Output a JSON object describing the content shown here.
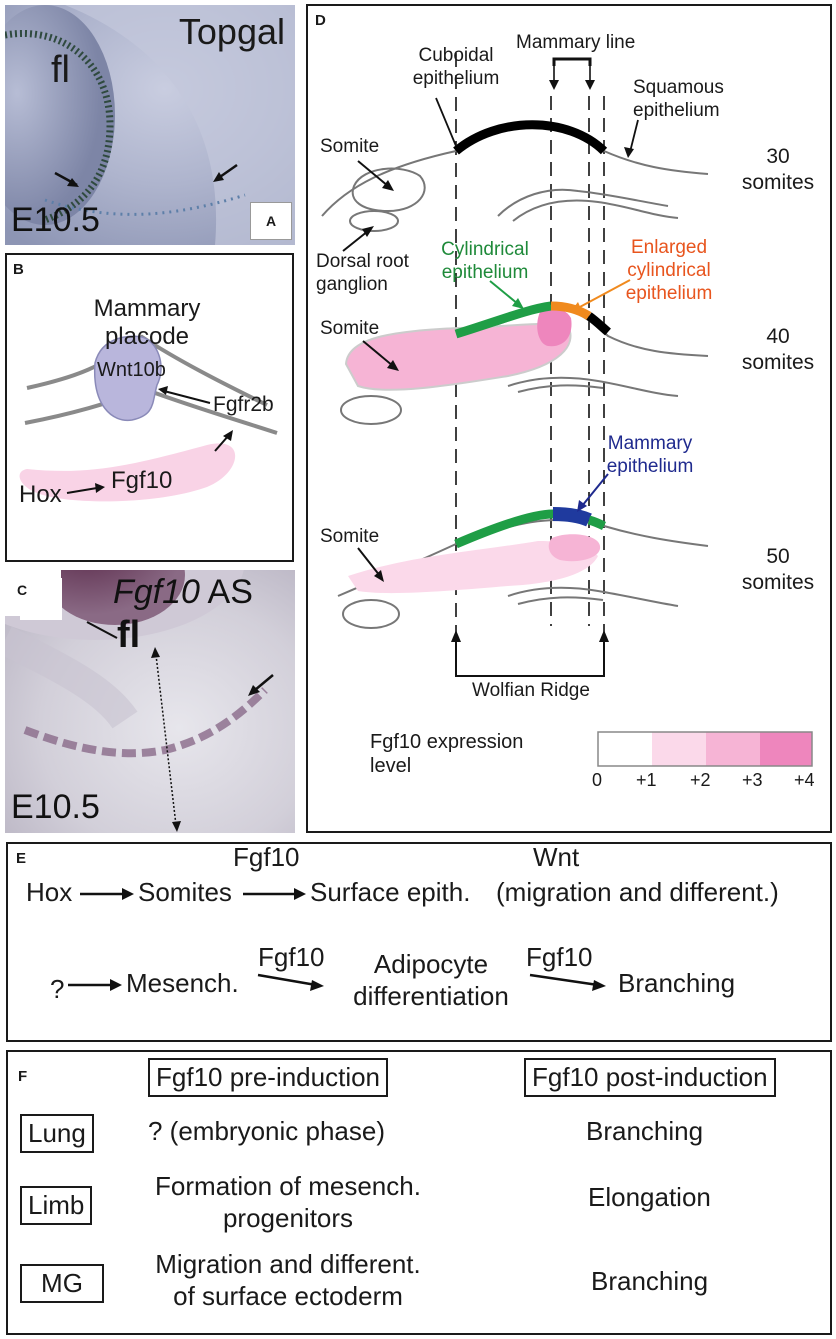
{
  "panel_a": {
    "label": "A",
    "title": "Topgal",
    "fl": "fl",
    "stage": "E10.5"
  },
  "panel_b": {
    "label": "B",
    "placode_line1": "Mammary",
    "placode_line2": "placode",
    "wnt": "Wnt10b",
    "fgfr": "Fgfr2b",
    "hox": "Hox",
    "fgf10": "Fgf10",
    "colors": {
      "placode": "#b9b6dc",
      "mesenchyme": "#f9d3e6",
      "line": "#8a8a8a"
    }
  },
  "panel_c": {
    "label": "C",
    "title_gene": "Fgf10",
    "title_suffix": " AS",
    "fl": "fl",
    "stage": "E10.5"
  },
  "panel_d": {
    "label": "D",
    "cuboidal_1": "Cuboidal",
    "cuboidal_2": "epithelium",
    "mammary_line": "Mammary line",
    "squamous_1": "Squamous",
    "squamous_2": "epithelium",
    "somite": "Somite",
    "drg_1": "Dorsal root",
    "drg_2": "ganglion",
    "cyl_1": "Cylindrical",
    "cyl_2": "epithelium",
    "enl_1": "Enlarged",
    "enl_2": "cylindrical",
    "enl_3": "epithelium",
    "mam_1": "Mammary",
    "mam_2": "epithelium",
    "stages": [
      {
        "n": "30",
        "unit": "somites"
      },
      {
        "n": "40",
        "unit": "somites"
      },
      {
        "n": "50",
        "unit": "somites"
      }
    ],
    "wolfian": "Wolfian Ridge",
    "legend_1": "Fgf10 expression",
    "legend_2": "level",
    "scale_ticks": [
      "0",
      "+1",
      "+2",
      "+3",
      "+4"
    ],
    "scale_colors": [
      "#ffffff",
      "#fbd9ea",
      "#f6b4d5",
      "#ee86bd"
    ],
    "colors": {
      "cylindrical": "#1f9e46",
      "enlarged": "#f08a1e",
      "mammary": "#1f3a9e",
      "enlarged_text": "#e8551e",
      "mammary_text": "#1f2a8e",
      "cyl_text": "#1f8a3a"
    }
  },
  "panel_e": {
    "label": "E",
    "hox": "Hox",
    "somites": "Somites",
    "fgf10_a": "Fgf10",
    "surface": "Surface epith.",
    "wnt": "Wnt",
    "migration": "(migration and different.)",
    "q": "?",
    "mesench": "Mesench.",
    "fgf10_b": "Fgf10",
    "adipo_1": "Adipocyte",
    "adipo_2": "differentiation",
    "fgf10_c": "Fgf10",
    "branching": "Branching"
  },
  "panel_f": {
    "label": "F",
    "col_pre": "Fgf10 pre-induction",
    "col_post": "Fgf10 post-induction",
    "rows": [
      {
        "organ": "Lung",
        "pre_1": "? (embryonic phase)",
        "pre_2": "",
        "post": "Branching"
      },
      {
        "organ": "Limb",
        "pre_1": "Formation of mesench.",
        "pre_2": "progenitors",
        "post": "Elongation"
      },
      {
        "organ": "MG",
        "pre_1": "Migration and different.",
        "pre_2": "of surface ectoderm",
        "post": "Branching"
      }
    ]
  }
}
